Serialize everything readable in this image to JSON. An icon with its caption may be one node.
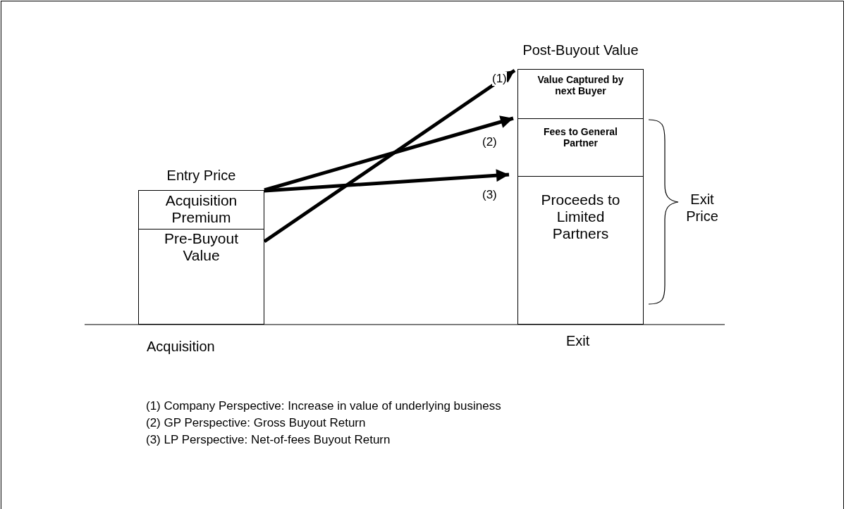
{
  "diagram": {
    "nodes": [
      {
        "text": [
          "Entry Price"
        ],
        "beside": [
          "Acquisition"
        ]
      },
      {
        "text": [
          "Acquisition Premium"
        ],
        "in": 0
      },
      {
        "text": [
          "Pre-Buyout Value"
        ],
        "in": 0
      },
      {
        "text": [
          "Post-Buyout Value"
        ],
        "beside": [
          "Exit"
        ]
      },
      {
        "text": [
          "Value Captured by next Buyer"
        ],
        "in": 3
      },
      {
        "text": [
          "Fees to General Partner"
        ],
        "in": 3
      },
      {
        "text": [
          "Proceeds to Limited Partners"
        ],
        "in": 3
      }
    ],
    "edges": [
      {
        "from": 2,
        "to": 4,
        "arrow": "to",
        "label": "(1)"
      },
      {
        "from": 1,
        "to": 5,
        "arrow": "to",
        "label": "(2)"
      },
      {
        "from": 1,
        "to": 6,
        "arrow": "to",
        "label": "(3)"
      }
    ],
    "labels": [
      "Exit Price",
      "(1) Company Perspective: Increase in value of underlying business",
      "(2) GP Perspective: Gross Buyout Return",
      "(3) LP Perspective: Net-of-fees Buyout Return"
    ]
  }
}
